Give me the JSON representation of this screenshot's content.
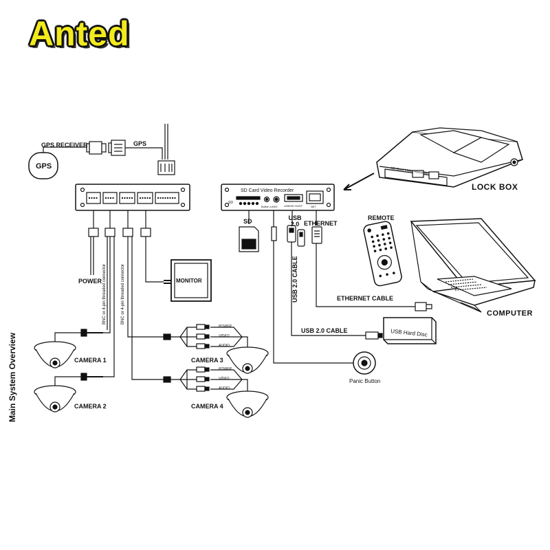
{
  "brand": "Anted",
  "side_title": "Main System Overview",
  "gps": {
    "receiver_label": "GPS RECEIVER",
    "cable_label": "GPS",
    "antenna_label": "GPS"
  },
  "recorder": {
    "title": "SD Card Video Recorder",
    "port_sd": "SD",
    "port_button": "Button LANG",
    "port_usb": "USB/SD HOST",
    "port_net": "NET"
  },
  "labels": {
    "sd": "SD",
    "usb": "USB 2.0",
    "ethernet": "ETHERNET",
    "remote": "REMOTE",
    "lock_box": "LOCK BOX",
    "computer": "COMPUTER",
    "power": "POWER",
    "monitor": "MONITOR",
    "ethernet_cable": "ETHERNET CABLE",
    "usb_cable_horizontal": "USB 2.0 CABLE",
    "usb_cable_vertical": "USB 2.0 CABLE",
    "usb_hard_disc": "USB Hard Disc",
    "panic_button": "Panic Button",
    "connector_1": "BNC or 4-pin threaded connector",
    "connector_2": "BNC or 4-pin threaded connector"
  },
  "cameras": [
    {
      "label": "CAMERA 1"
    },
    {
      "label": "CAMERA 2"
    },
    {
      "label": "CAMERA 3"
    },
    {
      "label": "CAMERA 4"
    }
  ],
  "camera_leads": [
    "POWER",
    "VIDEO",
    "AUDIO"
  ],
  "lockbox_device_title": "SD Card Video Recorder"
}
